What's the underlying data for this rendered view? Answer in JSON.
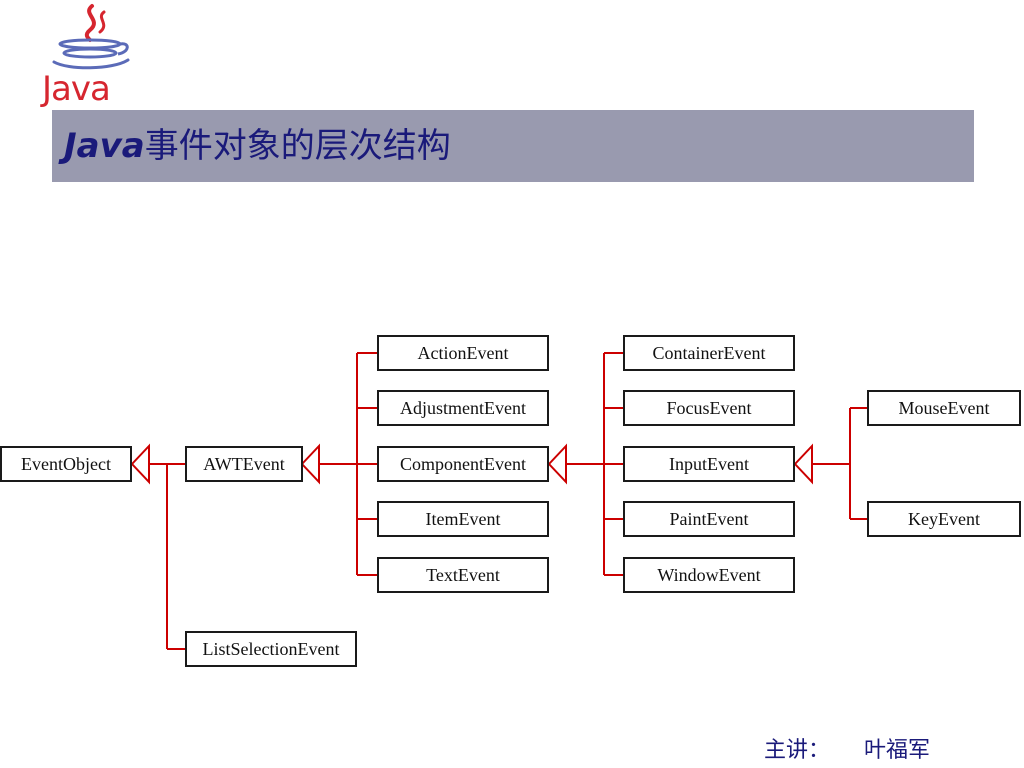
{
  "logo": {
    "text": "Java"
  },
  "title": {
    "prefix": "Java",
    "suffix": "事件对象的层次结构"
  },
  "classes": {
    "event_object": "EventObject",
    "awt_event": "AWTEvent",
    "list_selection_event": "ListSelectionEvent",
    "action_event": "ActionEvent",
    "adjustment_event": "AdjustmentEvent",
    "component_event": "ComponentEvent",
    "item_event": "ItemEvent",
    "text_event": "TextEvent",
    "container_event": "ContainerEvent",
    "focus_event": "FocusEvent",
    "input_event": "InputEvent",
    "paint_event": "PaintEvent",
    "window_event": "WindowEvent",
    "mouse_event": "MouseEvent",
    "key_event": "KeyEvent"
  },
  "footer": {
    "label": "主讲：",
    "name": "叶福军"
  },
  "colors": {
    "connector": "#cc0000",
    "title_bar": "#999aaf",
    "title_text": "#1a1a7a",
    "logo_red": "#d6262f",
    "logo_blue": "#5b6bb8"
  }
}
